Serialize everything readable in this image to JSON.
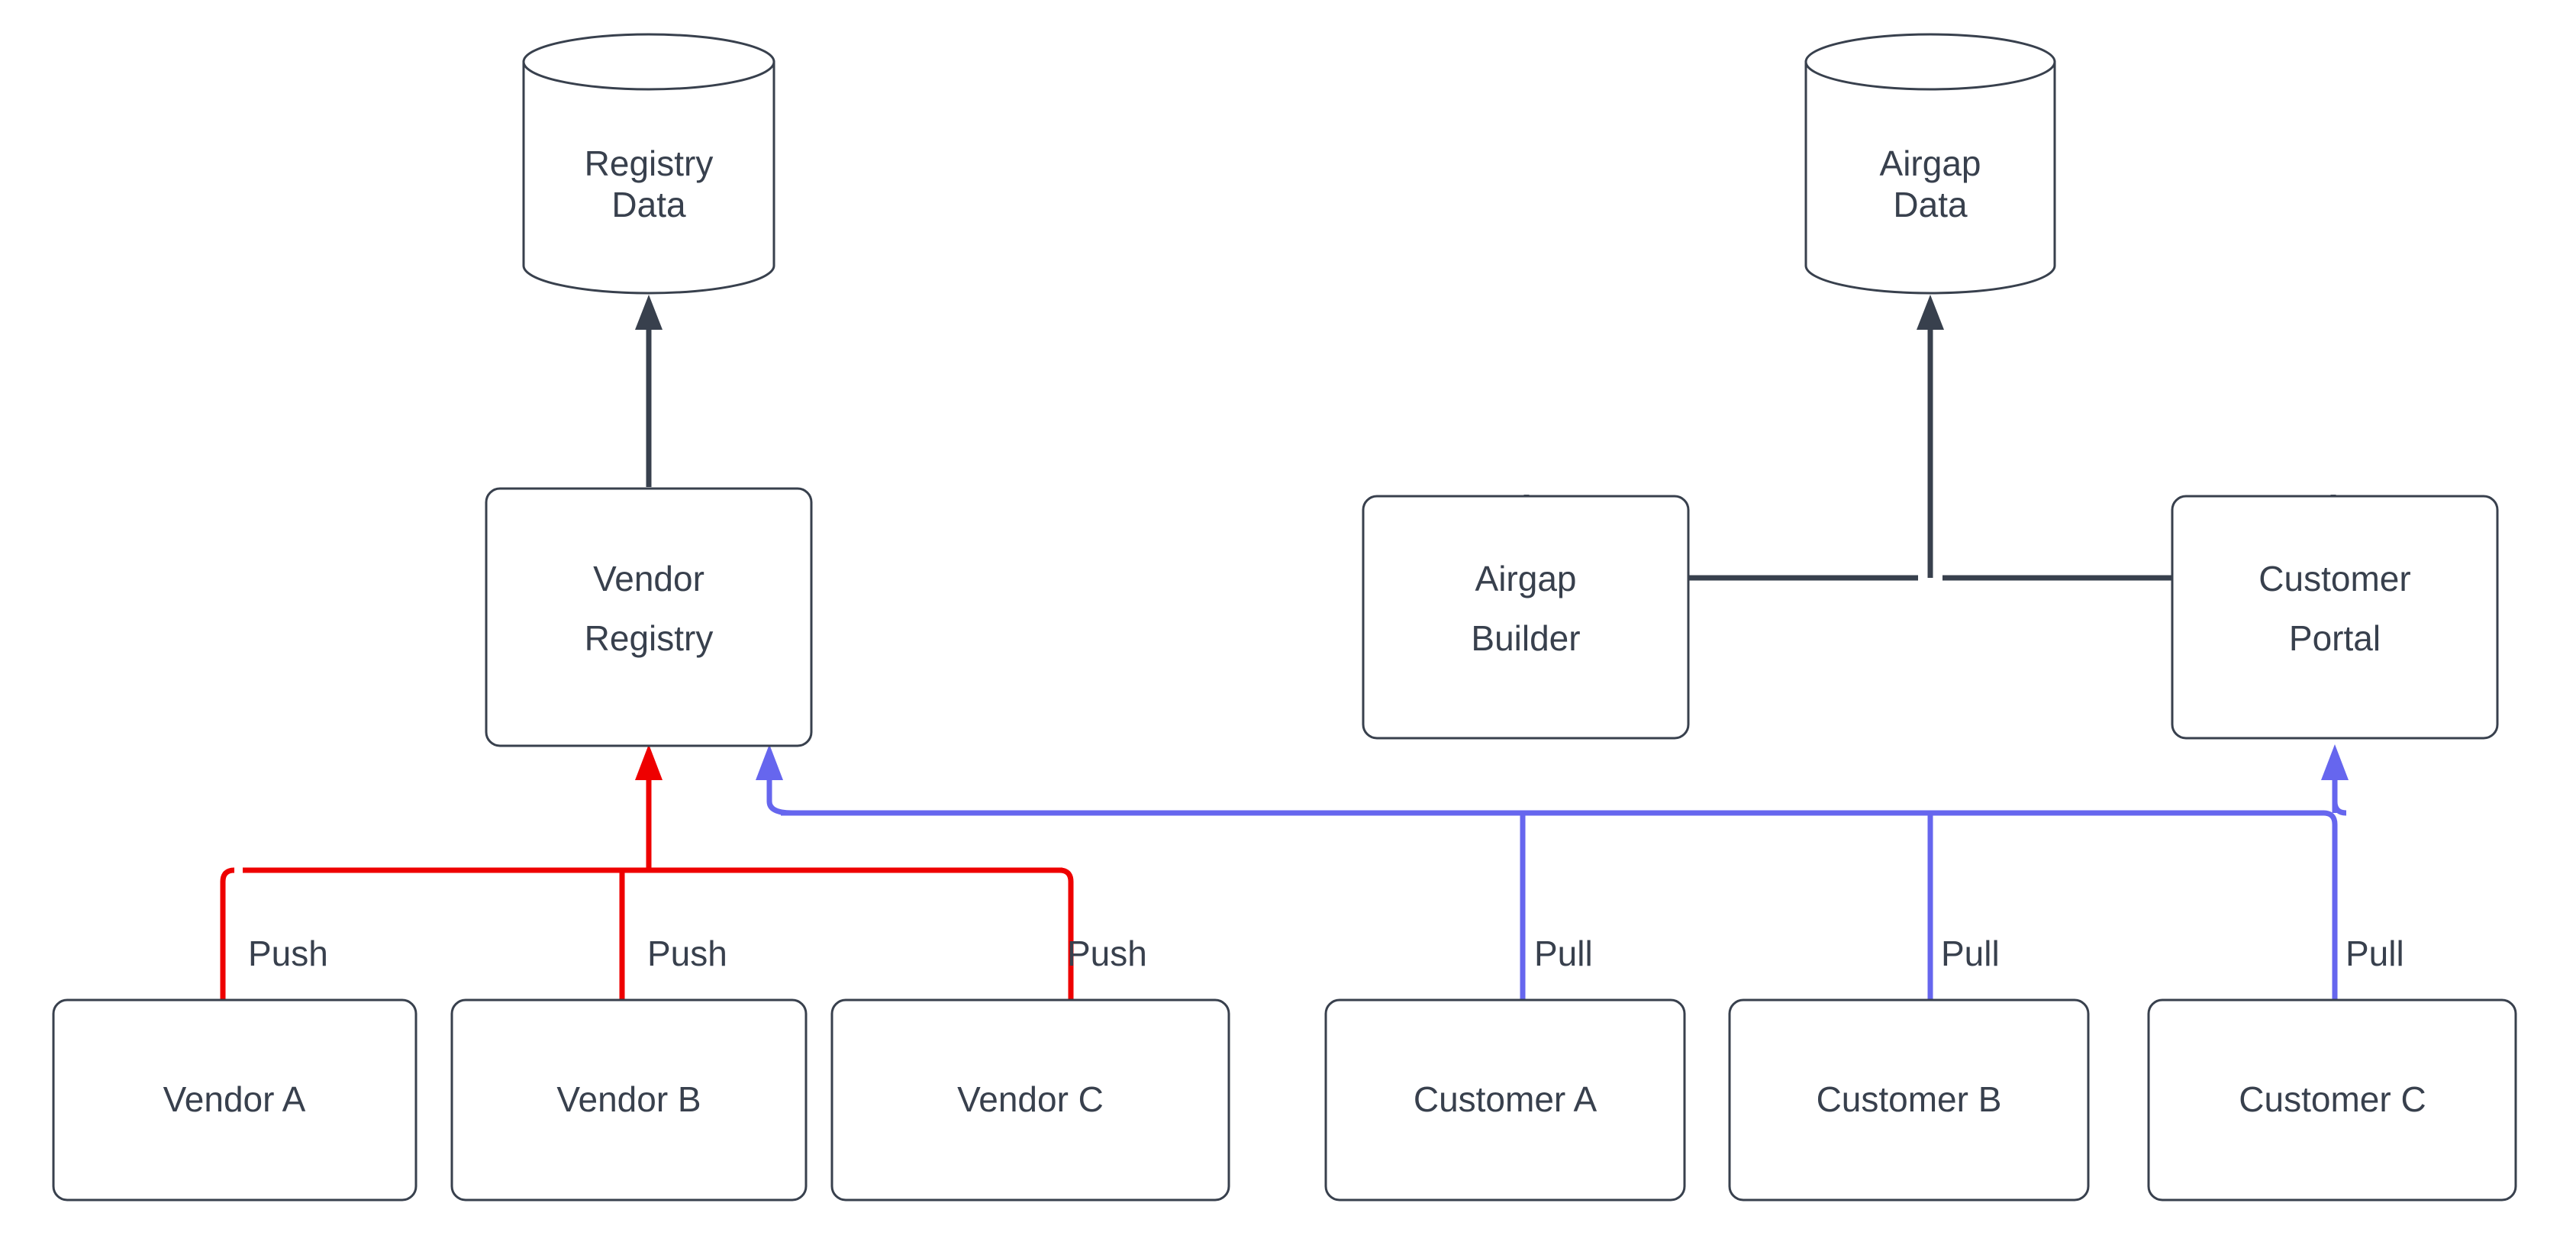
{
  "diagram": {
    "type": "flow",
    "background": "#ffffff",
    "colors": {
      "stroke": "#38404d",
      "text": "#38404d",
      "push": "#ee0000",
      "pull": "#6666ee",
      "node_fill": "#ffffff"
    },
    "datastores": [
      {
        "id": "registry-data",
        "shape": "cylinder",
        "line1": "Registry",
        "line2": "Data"
      },
      {
        "id": "airgap-data",
        "shape": "cylinder",
        "line1": "Airgap",
        "line2": "Data"
      }
    ],
    "services": [
      {
        "id": "vendor-registry",
        "shape": "rounded-rect",
        "line1": "Vendor",
        "line2": "Registry"
      },
      {
        "id": "airgap-builder",
        "shape": "rounded-rect",
        "line1": "Airgap",
        "line2": "Builder"
      },
      {
        "id": "customer-portal",
        "shape": "rounded-rect",
        "line1": "Customer",
        "line2": "Portal"
      }
    ],
    "actors": [
      {
        "id": "vendor-a",
        "label": "Vendor A",
        "group": "vendors"
      },
      {
        "id": "vendor-b",
        "label": "Vendor B",
        "group": "vendors"
      },
      {
        "id": "vendor-c",
        "label": "Vendor C",
        "group": "vendors"
      },
      {
        "id": "customer-a",
        "label": "Customer A",
        "group": "customers"
      },
      {
        "id": "customer-b",
        "label": "Customer B",
        "group": "customers"
      },
      {
        "id": "customer-c",
        "label": "Customer C",
        "group": "customers"
      }
    ],
    "edges": [
      {
        "id": "e-vr-rd",
        "from": "vendor-registry",
        "to": "registry-data",
        "label": "",
        "style": "dark"
      },
      {
        "id": "e-ab-ad",
        "from": "airgap-builder",
        "to": "airgap-data",
        "label": "",
        "style": "dark"
      },
      {
        "id": "e-cp-ad",
        "from": "customer-portal",
        "to": "airgap-data",
        "label": "",
        "style": "dark"
      },
      {
        "id": "e-va-vr",
        "from": "vendor-a",
        "to": "vendor-registry",
        "label": "Push",
        "style": "push"
      },
      {
        "id": "e-vb-vr",
        "from": "vendor-b",
        "to": "vendor-registry",
        "label": "Push",
        "style": "push"
      },
      {
        "id": "e-vc-vr",
        "from": "vendor-c",
        "to": "vendor-registry",
        "label": "Push",
        "style": "push"
      },
      {
        "id": "e-ca-cp",
        "from": "customer-a",
        "to": "customer-portal",
        "label": "Pull",
        "style": "pull"
      },
      {
        "id": "e-cb-cp",
        "from": "customer-b",
        "to": "customer-portal",
        "label": "Pull",
        "style": "pull"
      },
      {
        "id": "e-cc-cp",
        "from": "customer-c",
        "to": "customer-portal",
        "label": "Pull",
        "style": "pull"
      }
    ],
    "edge_labels": {
      "push_a": "Push",
      "push_b": "Push",
      "push_c": "Push",
      "pull_a": "Pull",
      "pull_b": "Pull",
      "pull_c": "Pull"
    }
  }
}
